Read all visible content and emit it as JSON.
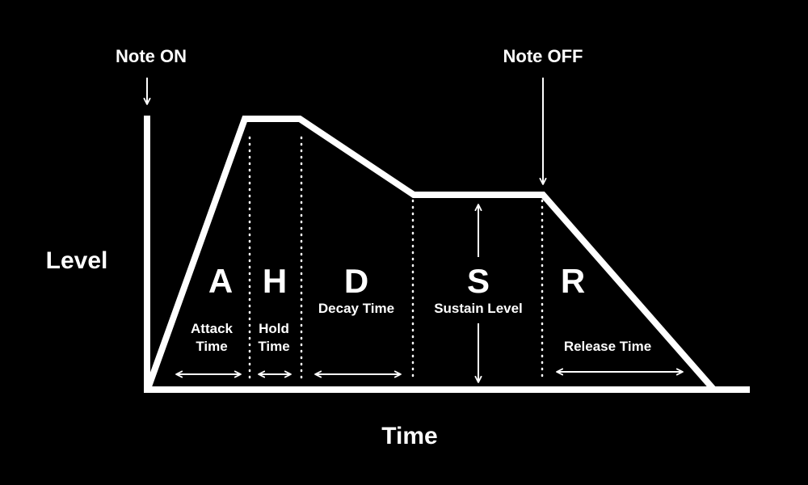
{
  "labels": {
    "level": "Level",
    "time": "Time",
    "note_on": "Note ON",
    "note_off": "Note OFF"
  },
  "stages": {
    "attack": {
      "letter": "A",
      "desc_line1": "Attack",
      "desc_line2": "Time"
    },
    "hold": {
      "letter": "H",
      "desc_line1": "Hold",
      "desc_line2": "Time"
    },
    "decay": {
      "letter": "D",
      "desc": "Decay Time"
    },
    "sustain": {
      "letter": "S",
      "desc": "Sustain Level"
    },
    "release": {
      "letter": "R",
      "desc": "Release Time"
    }
  },
  "colors": {
    "background": "#000000",
    "foreground": "#ffffff"
  }
}
